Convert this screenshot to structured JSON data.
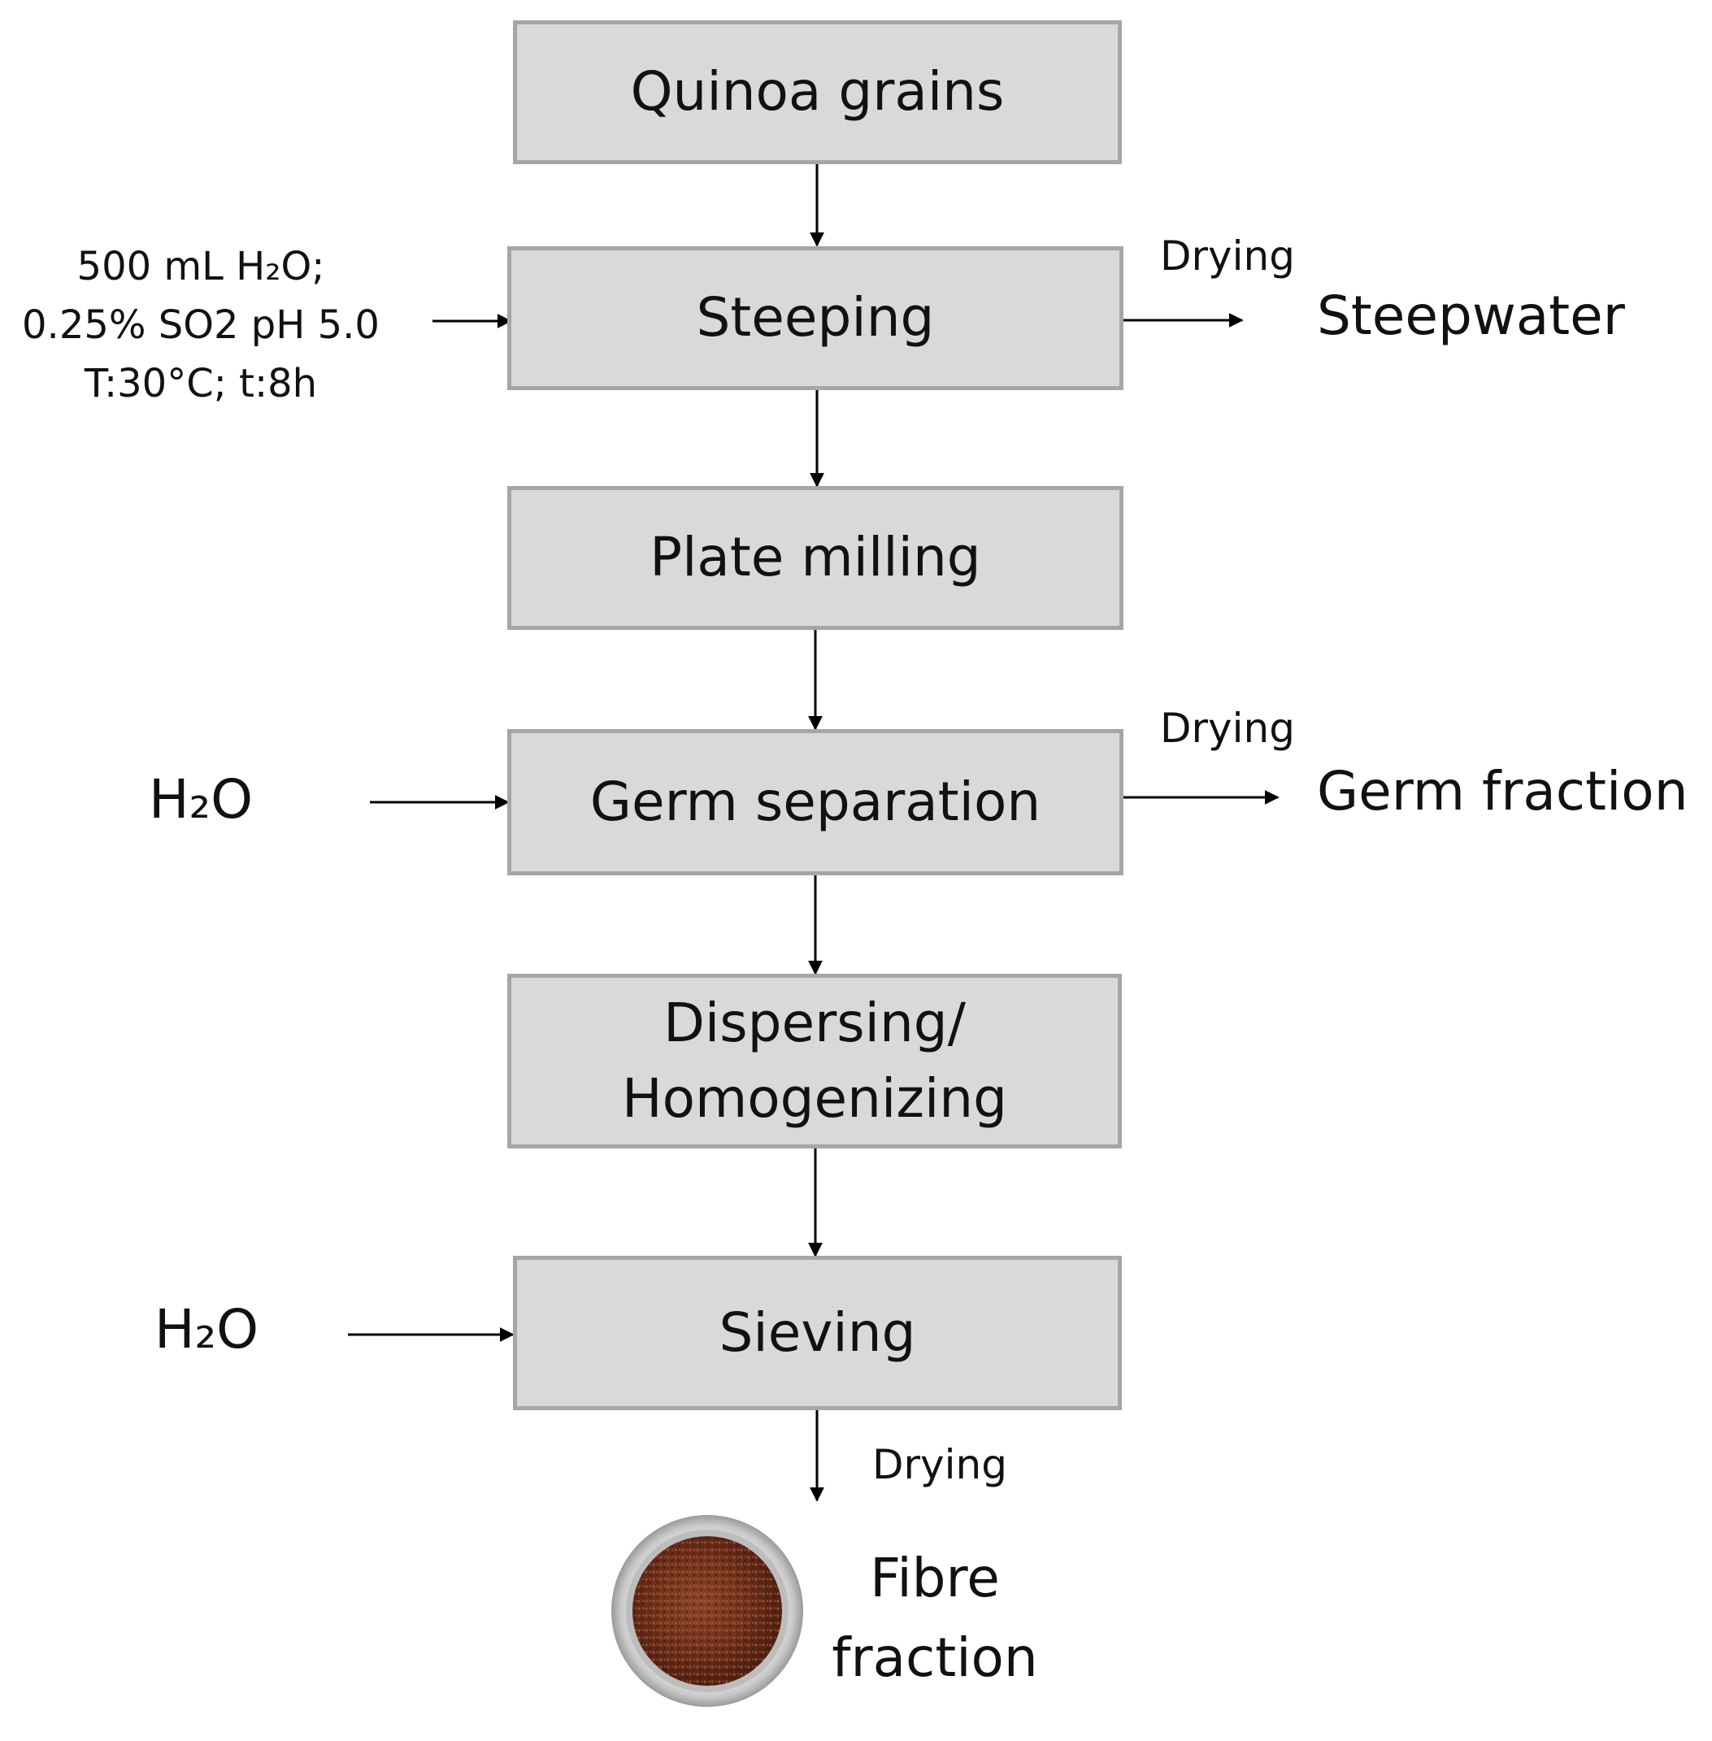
{
  "steps": {
    "quinoa": "Quinoa grains",
    "steeping": "Steeping",
    "plate_milling": "Plate milling",
    "germ_separation": "Germ separation",
    "dispersing_line1": "Dispersing/",
    "dispersing_line2": "Homogenizing",
    "sieving": "Sieving"
  },
  "inputs": {
    "steeping_line1": "500 mL H₂O;",
    "steeping_line2": "0.25% SO2 pH 5.0",
    "steeping_line3": "T:30°C; t:8h",
    "germ_water": "H₂O",
    "sieving_water": "H₂O"
  },
  "outputs": {
    "drying_label": "Drying",
    "steepwater": "Steepwater",
    "germ_fraction": "Germ fraction",
    "fibre_line1": "Fibre",
    "fibre_line2": "fraction"
  },
  "colors": {
    "box_fill": "#d9d9d9",
    "box_border": "#a6a6a6",
    "fibre_dish": "#7a3a22"
  }
}
